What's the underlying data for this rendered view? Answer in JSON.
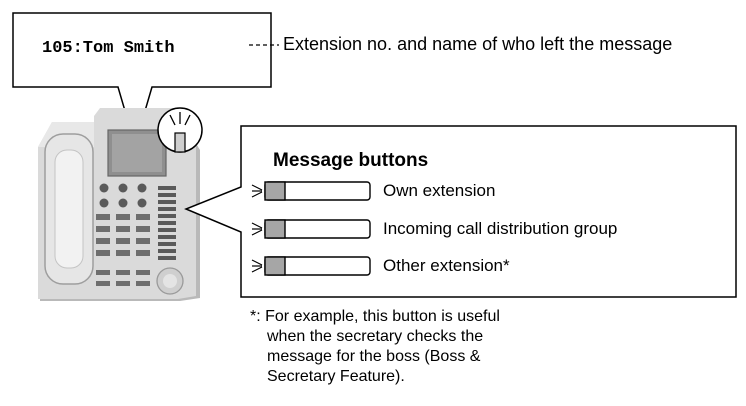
{
  "display": {
    "text": "105:Tom Smith",
    "callout": "Extension no. and name of who left the message"
  },
  "panel": {
    "title": "Message buttons",
    "buttons": [
      {
        "label": "Own extension"
      },
      {
        "label": "Incoming call distribution group"
      },
      {
        "label": "Other extension*"
      }
    ]
  },
  "footnote": {
    "lines": [
      "*: For example, this button is useful",
      "when the secretary checks the",
      "message for the boss (Boss &",
      "Secretary Feature)."
    ]
  },
  "colors": {
    "phone_body": "#d9d9d9",
    "phone_shadow": "#b3b3b3",
    "keys": "#6e6e6e",
    "button_lamp": "#a6a6a6"
  }
}
